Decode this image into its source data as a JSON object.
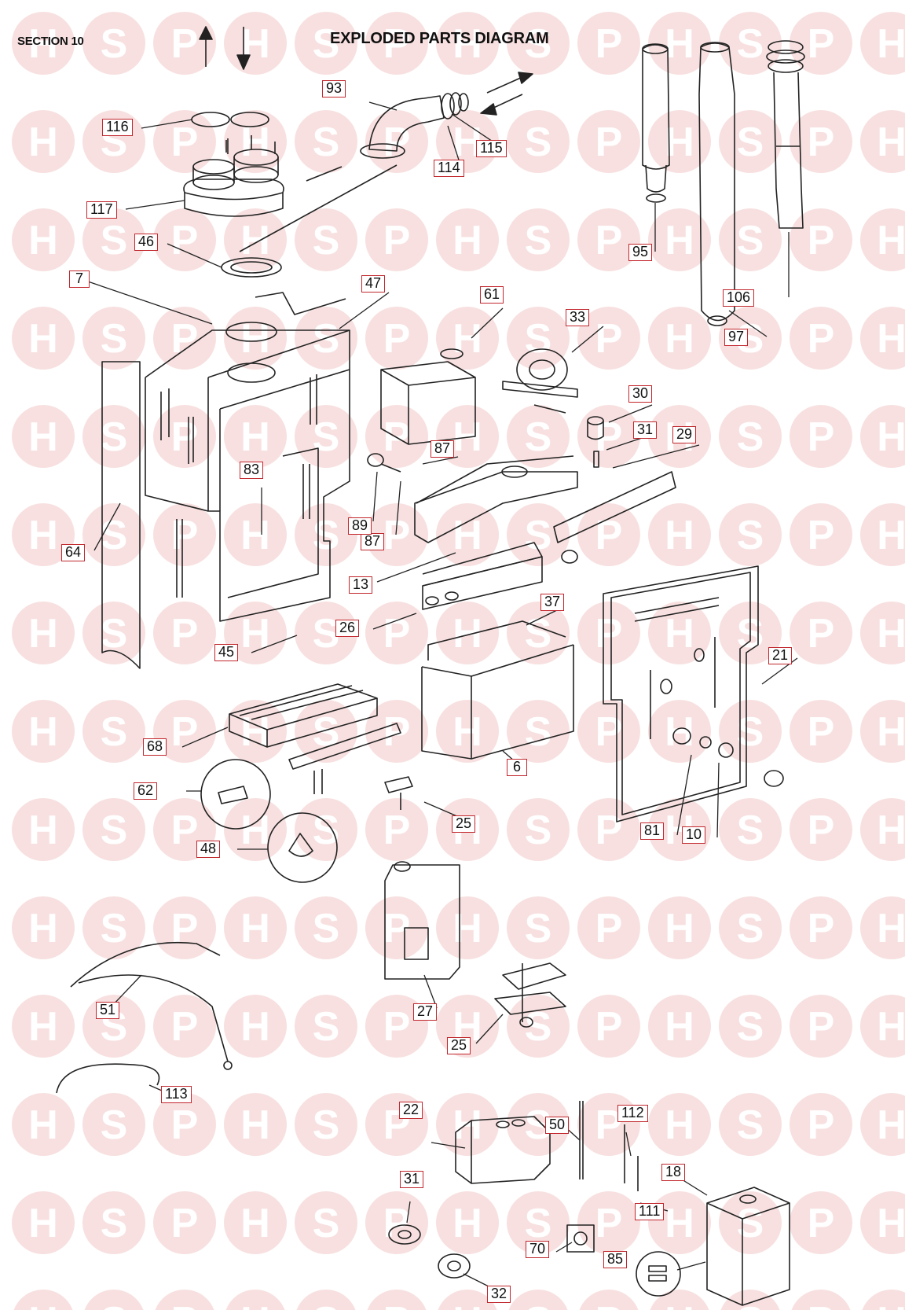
{
  "header": {
    "section": "SECTION 10",
    "title": "EXPLODED PARTS DIAGRAM"
  },
  "watermark": {
    "letters": [
      "H",
      "S",
      "P"
    ],
    "color": "#f3c6c6",
    "text_color": "#ffffff"
  },
  "callout_style": {
    "border_color": "#c1272d"
  },
  "callouts": [
    "116",
    "117",
    "93",
    "115",
    "114",
    "95",
    "106",
    "97",
    "46",
    "7",
    "47",
    "61",
    "33",
    "30",
    "31",
    "29",
    "87",
    "87",
    "89",
    "83",
    "64",
    "13",
    "37",
    "26",
    "45",
    "21",
    "68",
    "6",
    "62",
    "25",
    "81",
    "10",
    "48",
    "51",
    "27",
    "25",
    "113",
    "50",
    "22",
    "112",
    "18",
    "111",
    "31",
    "70",
    "85",
    "32"
  ]
}
